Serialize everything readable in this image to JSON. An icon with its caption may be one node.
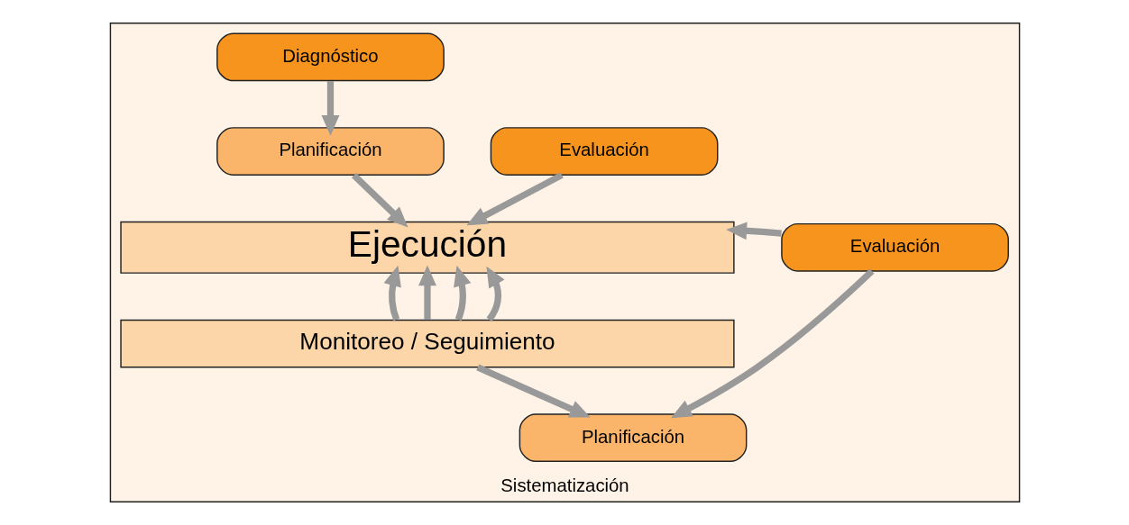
{
  "diagram": {
    "nodes": [
      {
        "text": [
          "Sistematización"
        ]
      },
      {
        "text": [
          "Diagnóstico"
        ],
        "in": 0
      },
      {
        "text": [
          "Planificación"
        ],
        "in": 0
      },
      {
        "text": [
          "Evaluación"
        ],
        "in": 0
      },
      {
        "text": [
          "Ejecución"
        ],
        "in": 0
      },
      {
        "text": [
          "Monitoreo / Seguimiento"
        ],
        "in": 0
      },
      {
        "text": [
          "Evaluación"
        ],
        "in": 0
      },
      {
        "text": [
          "Planificación"
        ],
        "in": 0
      }
    ],
    "edges": [
      {
        "from": 1,
        "to": 2,
        "arrow": "to"
      },
      {
        "from": 2,
        "to": 4,
        "arrow": "to"
      },
      {
        "from": 3,
        "to": 4,
        "arrow": "to"
      },
      {
        "from": 6,
        "to": 4,
        "arrow": "to"
      },
      {
        "from": 5,
        "to": 4,
        "arrow": "to"
      },
      {
        "from": 5,
        "to": 4,
        "arrow": "to"
      },
      {
        "from": 5,
        "to": 4,
        "arrow": "to"
      },
      {
        "from": 5,
        "to": 4,
        "arrow": "to"
      },
      {
        "from": 6,
        "to": 7,
        "arrow": "to"
      },
      {
        "from": 5,
        "to": 7,
        "arrow": "to"
      }
    ]
  }
}
